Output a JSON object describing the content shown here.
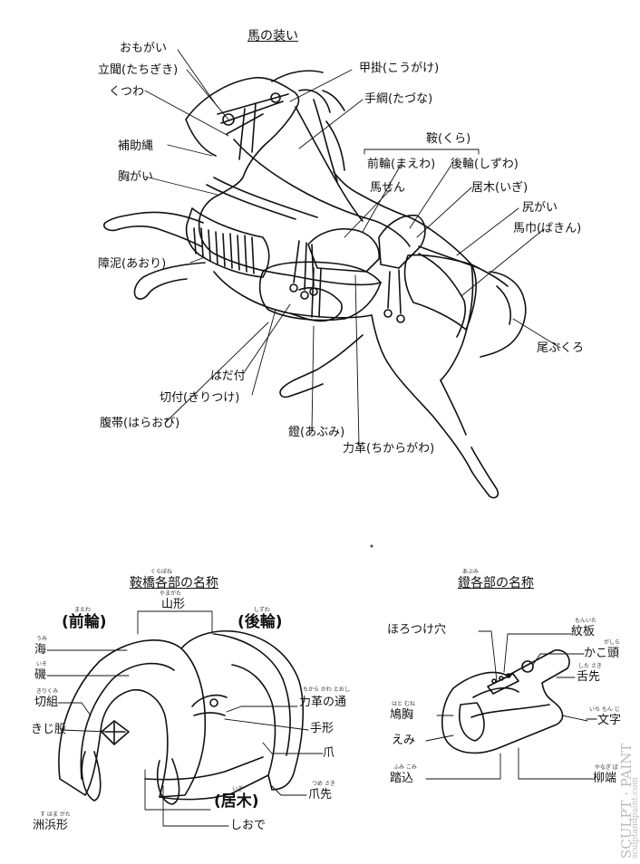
{
  "horse": {
    "title": "馬の装い",
    "labels": {
      "omogai": "おもがい",
      "tachigiki": "立聞(たちぎき)",
      "kutsuwa": "くつわ",
      "hojozuna": "補助縄",
      "munagai": "胸がい",
      "aori": "障泥(あおり)",
      "kougake": "甲掛(こうがけ)",
      "tazuna": "手綱(たづな)",
      "kura": "鞍(くら)",
      "maewa": "前輪(まえわ)",
      "shizuwa": "後輪(しずわ)",
      "basen": "馬せん",
      "igi": "居木(いぎ)",
      "shirigai": "尻がい",
      "bakin": "馬巾(ばきん)",
      "obukuro": "尾ぶくろ",
      "hadatsuke": "はだ付",
      "kiritsuke": "切付(きりつけ)",
      "haraobi": "腹帯(はらおび)",
      "abumi": "鐙(あぶみ)",
      "chikaragawa": "力革(ちからがわ)"
    }
  },
  "saddle": {
    "title": "鞍橋各部の名称",
    "title_ruby": "くらぼね",
    "labels": {
      "maewa": "(前輪)",
      "maewa_ruby": "まえわ",
      "yamagata": "山形",
      "yamagata_ruby": "やまがた",
      "shizuwa": "(後輪)",
      "shizuwa_ruby": "しずわ",
      "umi": "海",
      "umi_ruby": "うみ",
      "iso": "磯",
      "iso_ruby": "いそ",
      "kirigumi": "切組",
      "kirigumi_ruby": "きりくみ",
      "kijimata": "きじ股",
      "chikaragawa_toshi": "力革の通",
      "chikaragawa_toshi_ruby": "ちから かわ とおし",
      "tegata": "手形",
      "tsume": "爪",
      "tsumesaki": "爪先",
      "tsumesaki_ruby": "つめ さき",
      "igi": "(居木)",
      "igi_ruby": "いぎ",
      "suhamagata": "洲浜形",
      "suhamagata_ruby": "す はま がた",
      "shiode": "しおで"
    }
  },
  "stirrup": {
    "title": "鐙各部の名称",
    "title_ruby": "あぶみ",
    "labels": {
      "monita": "紋板",
      "monita_ruby": "もんいた",
      "horotsukeana": "ほろつけ穴",
      "kakogashira": "かこ頭",
      "kakogashira_ruby": "がしら",
      "shitasaki": "舌先",
      "shitasaki_ruby": "した さき",
      "hatomune": "鳩胸",
      "hatomune_ruby": "はと むね",
      "ichimonji": "一文字",
      "ichimonji_ruby": "いち もん じ",
      "emi": "えみ",
      "fumikomi": "踏込",
      "fumikomi_ruby": "ふみ こみ",
      "yanagiba": "柳端",
      "yanagiba_ruby": "やなぎ ば"
    }
  },
  "watermark": {
    "line1": "SCULPT · PAINT",
    "line2": "sculptandpaint.com"
  }
}
